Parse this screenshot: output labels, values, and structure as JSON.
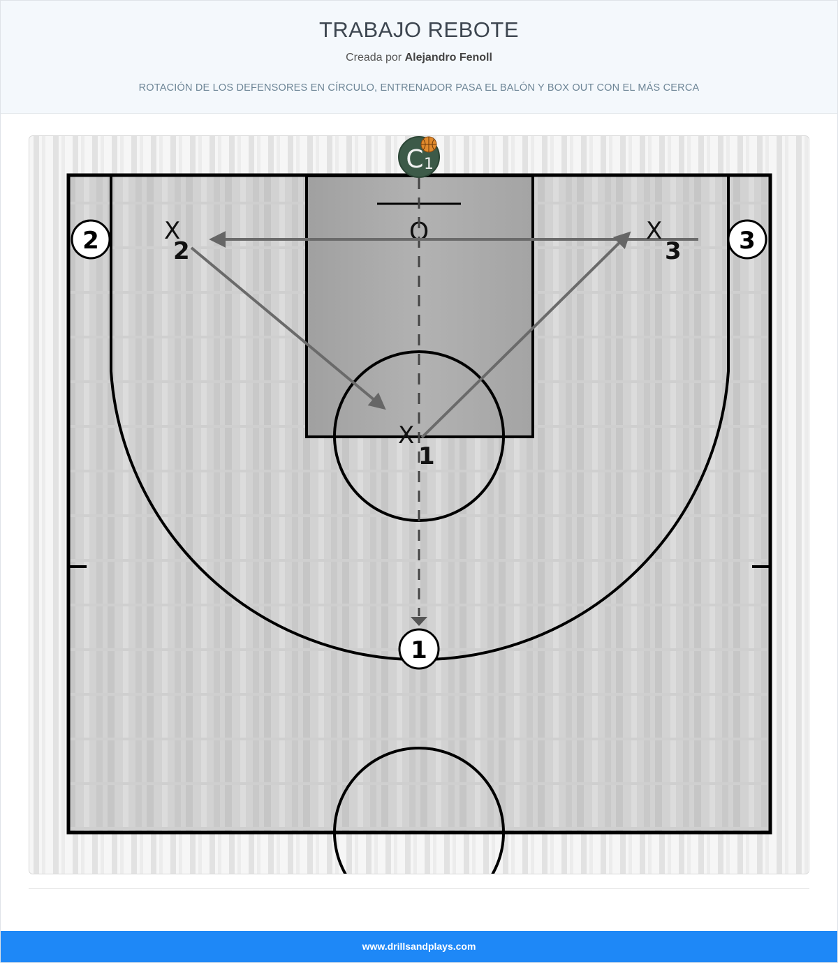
{
  "header": {
    "title": "TRABAJO REBOTE",
    "created_by_prefix": "Creada por",
    "author": "Alejandro Fenoll",
    "description": "ROTACIÓN DE LOS DEFENSORES EN CÍRCULO, ENTRENADOR PASA EL BALÓN Y BOX OUT CON EL MÁS CERCA"
  },
  "diagram": {
    "coach": {
      "letter": "C",
      "number": "1",
      "has_ball": true
    },
    "offense": [
      {
        "number": "1"
      },
      {
        "number": "2"
      },
      {
        "number": "3"
      }
    ],
    "defense": [
      {
        "letter": "X",
        "number": "1"
      },
      {
        "letter": "X",
        "number": "2"
      },
      {
        "letter": "X",
        "number": "3"
      }
    ],
    "basket_symbol": "O",
    "colors": {
      "coach_fill": "#3c5a48",
      "ball": "#e08a2c",
      "court_line": "#000000",
      "arrow": "#666666",
      "paint": "#a8a8a8"
    }
  },
  "footer": {
    "website": "www.drillsandplays.com"
  }
}
